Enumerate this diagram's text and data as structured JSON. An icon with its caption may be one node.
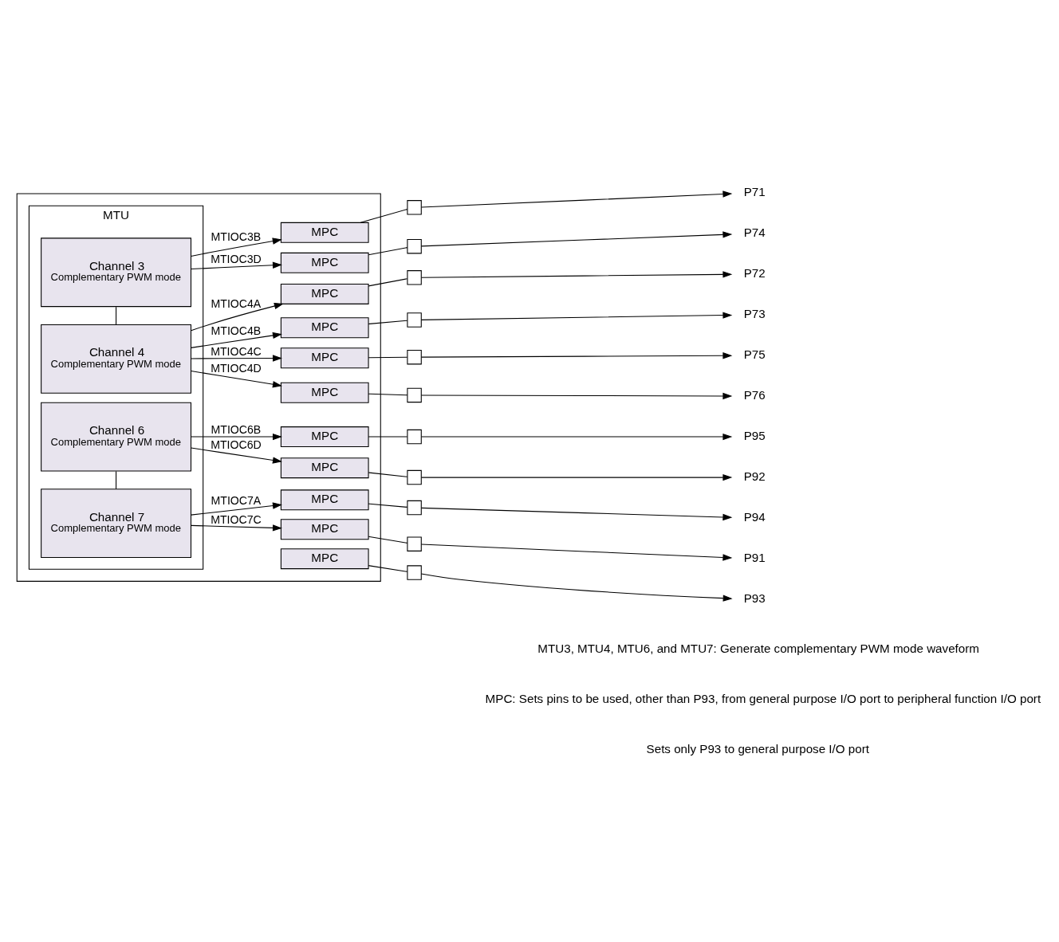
{
  "diagram": {
    "nodes": [
      {
        "text": [],
        "shape": "box"
      },
      {
        "text": [
          "MTU"
        ],
        "in": 0
      },
      {
        "text": [
          "Channel 3",
          "Complementary PWM mode"
        ],
        "in": 1
      },
      {
        "text": [
          "Channel 4",
          "Complementary PWM mode"
        ],
        "in": 1
      },
      {
        "text": [
          "Channel 6",
          "Complementary PWM mode"
        ],
        "in": 1
      },
      {
        "text": [
          "Channel 7",
          "Complementary PWM mode"
        ],
        "in": 1
      },
      {
        "text": [
          "MPC"
        ],
        "in": 0
      },
      {
        "text": [],
        "shape": "box"
      },
      {
        "text": [
          "P71"
        ]
      },
      {
        "text": [
          "MPC"
        ],
        "in": 0
      },
      {
        "text": [],
        "shape": "box"
      },
      {
        "text": [
          "P74"
        ]
      },
      {
        "text": [
          "MPC"
        ],
        "in": 0
      },
      {
        "text": [],
        "shape": "box"
      },
      {
        "text": [
          "P72"
        ]
      },
      {
        "text": [
          "MPC"
        ],
        "in": 0
      },
      {
        "text": [],
        "shape": "box"
      },
      {
        "text": [
          "P73"
        ]
      },
      {
        "text": [
          "MPC"
        ],
        "in": 0
      },
      {
        "text": [],
        "shape": "box"
      },
      {
        "text": [
          "P75"
        ]
      },
      {
        "text": [
          "MPC"
        ],
        "in": 0
      },
      {
        "text": [],
        "shape": "box"
      },
      {
        "text": [
          "P76"
        ]
      },
      {
        "text": [
          "MPC"
        ],
        "in": 0
      },
      {
        "text": [],
        "shape": "box"
      },
      {
        "text": [
          "P95"
        ]
      },
      {
        "text": [
          "MPC"
        ],
        "in": 0
      },
      {
        "text": [],
        "shape": "box"
      },
      {
        "text": [
          "P92"
        ]
      },
      {
        "text": [
          "MPC"
        ],
        "in": 0
      },
      {
        "text": [],
        "shape": "box"
      },
      {
        "text": [
          "P94"
        ]
      },
      {
        "text": [
          "MPC"
        ],
        "in": 0
      },
      {
        "text": [],
        "shape": "box"
      },
      {
        "text": [
          "P91"
        ]
      },
      {
        "text": [
          "MPC"
        ],
        "in": 0
      },
      {
        "text": [],
        "shape": "box"
      },
      {
        "text": [
          "P93"
        ]
      }
    ],
    "edges": [
      {
        "from": 2,
        "to": 3,
        "arrow": "none"
      },
      {
        "from": 4,
        "to": 5,
        "arrow": "none"
      },
      {
        "from": 2,
        "to": 6,
        "arrow": "to",
        "label": "MTIOC3B"
      },
      {
        "from": 2,
        "to": 9,
        "arrow": "to",
        "label": "MTIOC3D"
      },
      {
        "from": 3,
        "to": 12,
        "arrow": "to",
        "label": "MTIOC4A"
      },
      {
        "from": 3,
        "to": 15,
        "arrow": "to",
        "label": "MTIOC4B"
      },
      {
        "from": 3,
        "to": 18,
        "arrow": "to",
        "label": "MTIOC4C"
      },
      {
        "from": 3,
        "to": 21,
        "arrow": "to",
        "label": "MTIOC4D"
      },
      {
        "from": 4,
        "to": 24,
        "arrow": "to",
        "label": "MTIOC6B"
      },
      {
        "from": 4,
        "to": 27,
        "arrow": "to",
        "label": "MTIOC6D"
      },
      {
        "from": 5,
        "to": 30,
        "arrow": "to",
        "label": "MTIOC7A"
      },
      {
        "from": 5,
        "to": 33,
        "arrow": "to",
        "label": "MTIOC7C"
      },
      {
        "from": 6,
        "to": 7,
        "arrow": "none"
      },
      {
        "from": 7,
        "to": 8,
        "arrow": "to"
      },
      {
        "from": 9,
        "to": 10,
        "arrow": "none"
      },
      {
        "from": 10,
        "to": 11,
        "arrow": "to"
      },
      {
        "from": 12,
        "to": 13,
        "arrow": "none"
      },
      {
        "from": 13,
        "to": 14,
        "arrow": "to"
      },
      {
        "from": 15,
        "to": 16,
        "arrow": "none"
      },
      {
        "from": 16,
        "to": 17,
        "arrow": "to"
      },
      {
        "from": 18,
        "to": 19,
        "arrow": "none"
      },
      {
        "from": 19,
        "to": 20,
        "arrow": "to"
      },
      {
        "from": 21,
        "to": 22,
        "arrow": "none"
      },
      {
        "from": 22,
        "to": 23,
        "arrow": "to"
      },
      {
        "from": 24,
        "to": 25,
        "arrow": "none"
      },
      {
        "from": 25,
        "to": 26,
        "arrow": "to"
      },
      {
        "from": 27,
        "to": 28,
        "arrow": "none"
      },
      {
        "from": 28,
        "to": 29,
        "arrow": "to"
      },
      {
        "from": 30,
        "to": 31,
        "arrow": "none"
      },
      {
        "from": 31,
        "to": 32,
        "arrow": "to"
      },
      {
        "from": 33,
        "to": 34,
        "arrow": "none"
      },
      {
        "from": 34,
        "to": 35,
        "arrow": "to"
      },
      {
        "from": 36,
        "to": 37,
        "arrow": "none"
      },
      {
        "from": 37,
        "to": 38,
        "arrow": "to"
      }
    ],
    "labels": [
      "MTU3, MTU4, MTU6, and MTU7: Generate complementary PWM mode waveform",
      "MPC: Sets pins to be used, other than P93, from general purpose I/O port to peripheral function I/O port",
      "Sets only P93 to general purpose I/O port"
    ]
  }
}
